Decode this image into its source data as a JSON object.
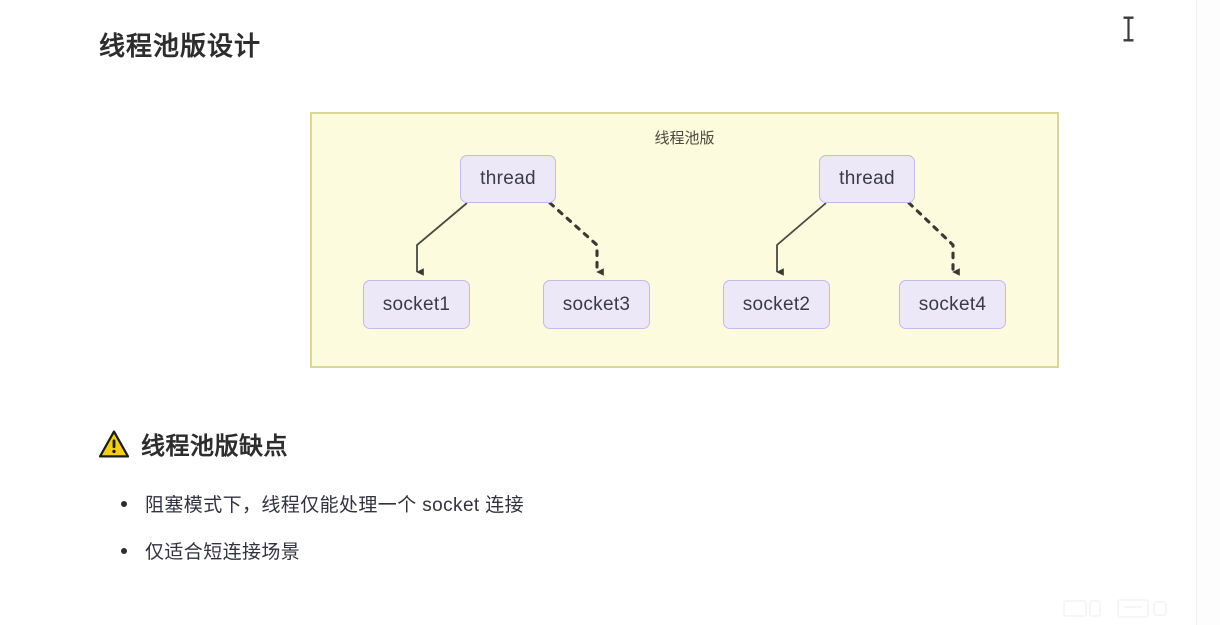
{
  "page": {
    "title": "线程池版设计",
    "background_color": "#ffffff"
  },
  "diagram": {
    "label": "线程池版",
    "frame_fill": "#fdfbdd",
    "frame_border": "#d9d79a",
    "node_fill": "#ece8f7",
    "node_border": "#c6b9e3",
    "edge_color": "#4a4a42",
    "nodes": [
      {
        "id": "thread-1",
        "label": "thread",
        "type": "thread"
      },
      {
        "id": "thread-2",
        "label": "thread",
        "type": "thread"
      },
      {
        "id": "socket-1",
        "label": "socket1",
        "type": "socket"
      },
      {
        "id": "socket-3",
        "label": "socket3",
        "type": "socket"
      },
      {
        "id": "socket-2",
        "label": "socket2",
        "type": "socket"
      },
      {
        "id": "socket-4",
        "label": "socket4",
        "type": "socket"
      }
    ],
    "edges": [
      {
        "from": "thread-1",
        "to": "socket-1",
        "style": "solid"
      },
      {
        "from": "thread-1",
        "to": "socket-3",
        "style": "dashed"
      },
      {
        "from": "thread-2",
        "to": "socket-2",
        "style": "solid"
      },
      {
        "from": "thread-2",
        "to": "socket-4",
        "style": "dashed"
      }
    ]
  },
  "drawbacks": {
    "icon": "warning-triangle-icon",
    "icon_fill": "#f5cc16",
    "heading": "线程池版缺点",
    "items": [
      "阻塞模式下，线程仅能处理一个 socket 连接",
      "仅适合短连接场景"
    ]
  },
  "cursor": {
    "type": "i-beam-text-cursor"
  }
}
